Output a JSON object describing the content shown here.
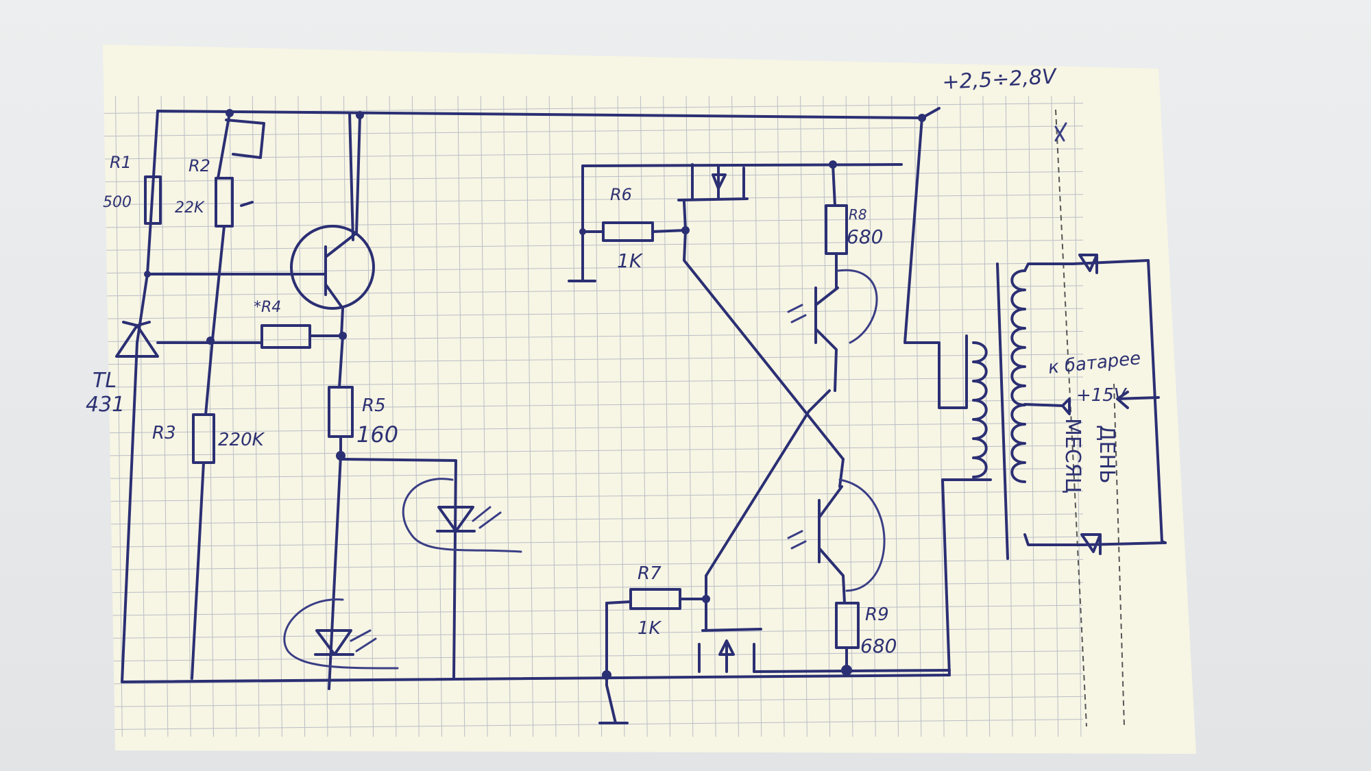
{
  "labels": {
    "r1": "R1",
    "r1_value": "500",
    "r2": "R2",
    "r2_value": "22K",
    "r3": "R3",
    "r3_value": "220K",
    "r4": "*R4",
    "r5": "R5",
    "r5_value": "160",
    "r6": "R6",
    "r6_value": "1K",
    "r7": "R7",
    "r7_value": "1K",
    "r8": "R8",
    "r8_value": "680",
    "r9": "R9",
    "r9_value": "680",
    "tl431_line1": "TL",
    "tl431_line2": "431",
    "supply": "+2,5÷2,8V",
    "battery_line1": "к батарее",
    "battery_line2": "+15V",
    "winding_moon": "МЕСЯЦ",
    "winding_day": "ДЕНЬ"
  },
  "colors": {
    "ink": "#2b2f73",
    "paper": "#f7f5e4",
    "grid": "#b9bdc6"
  }
}
